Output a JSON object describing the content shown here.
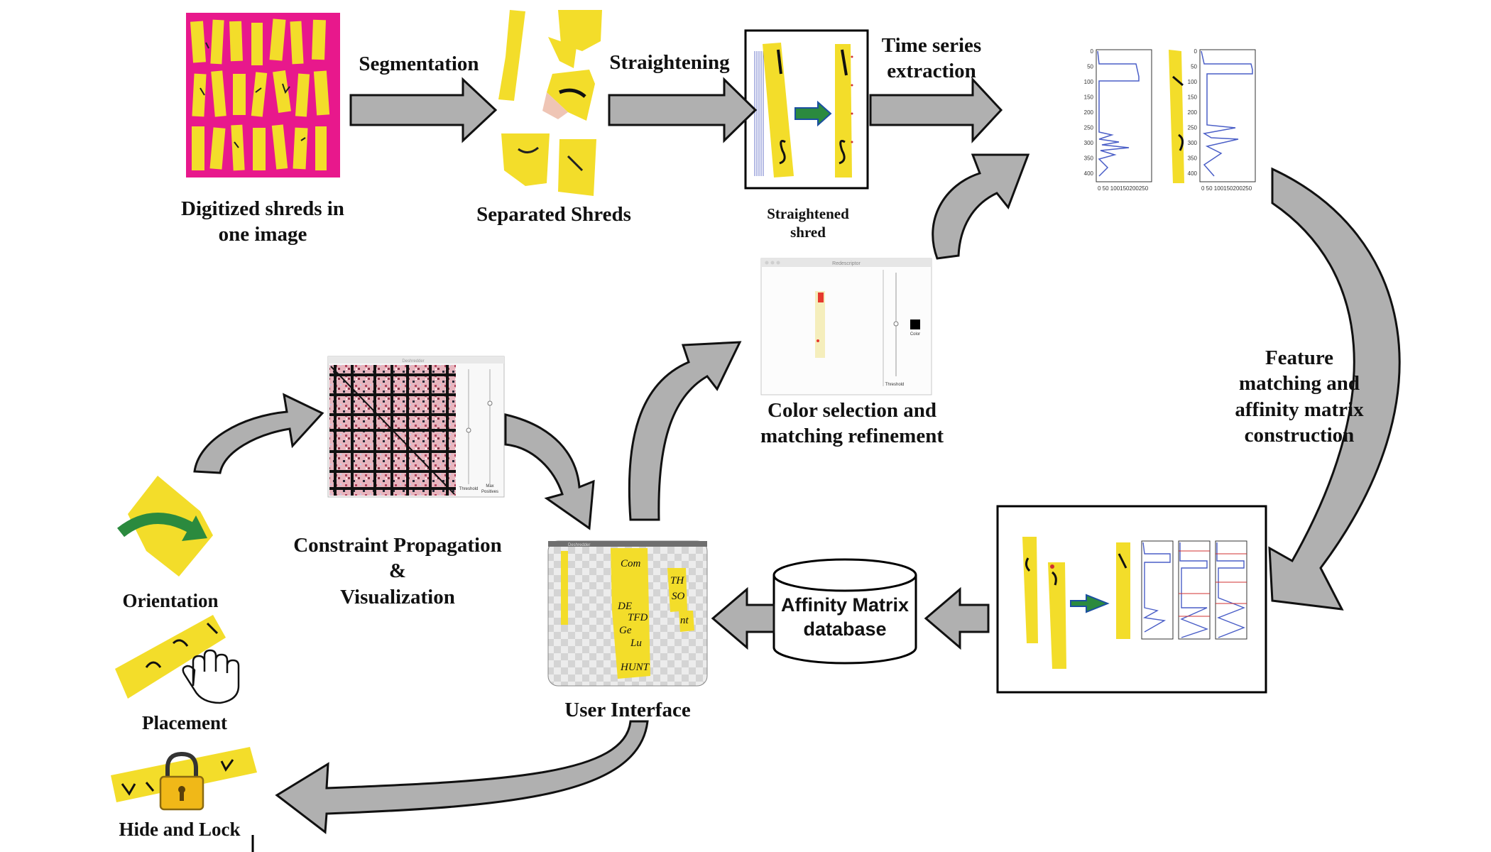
{
  "colors": {
    "shred_yellow": "#f3dd2a",
    "shred_pink": "#e8188c",
    "arrow_grey": "#b0b0b0",
    "arrow_green": "#2b8a3e",
    "plot_line": "#4a5ec7",
    "lock_gold": "#f0b818"
  },
  "labels": {
    "segmentation": "Segmentation",
    "straightening": "Straightening",
    "time_series": [
      "Time series",
      "extraction"
    ],
    "digitized": [
      "Digitized shreds in",
      "one image"
    ],
    "separated": "Separated Shreds",
    "straightened": [
      "Straightened",
      "shred"
    ],
    "feature": [
      "Feature",
      "matching and",
      "affinity matrix",
      "construction"
    ],
    "color_sel": [
      "Color selection and",
      "matching refinement"
    ],
    "constraint": [
      "Constraint Propagation",
      "&",
      "Visualization"
    ],
    "affinity_db": [
      "Affinity Matrix",
      "database"
    ],
    "user_interface": "User Interface",
    "orientation": "Orientation",
    "placement": "Placement",
    "hide_lock": "Hide and Lock"
  },
  "icons": {
    "rotate": "rotate-arrow-icon",
    "hand": "hand-icon",
    "lock": "lock-icon",
    "database": "database-icon"
  },
  "windows": {
    "constraint_title": "Deshredder",
    "color_title": "Redescriptor",
    "ui_title": "Deshredder",
    "threshold": "Threshold",
    "max_positives": [
      "Max",
      "Positives"
    ],
    "color_chip": "Color"
  },
  "plot_ticks": {
    "y": [
      "0",
      "50",
      "100",
      "150",
      "200",
      "250",
      "300",
      "350",
      "400"
    ],
    "x": "0  50 100150200250"
  },
  "ui_handwriting": [
    "Com",
    "DE",
    "TFD",
    "Ge",
    "Lu",
    "HUNT",
    "TH",
    "SO",
    "nt"
  ]
}
